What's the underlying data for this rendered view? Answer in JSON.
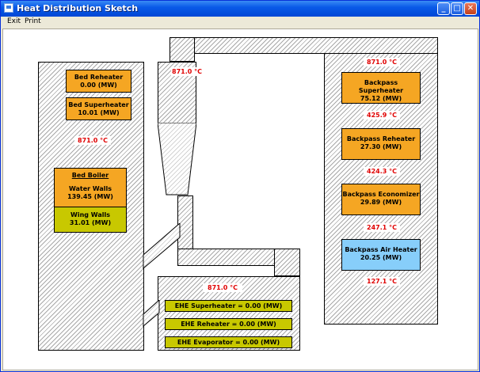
{
  "window": {
    "title": "Heat Distribution Sketch",
    "min_glyph": "_",
    "max_glyph": "□",
    "close_glyph": "✕"
  },
  "menu": {
    "exit": "Exit",
    "print": "Print"
  },
  "temperatures": {
    "cyclone_inlet": "871.0 °C",
    "bed_mid": "871.0 °C",
    "backpass_top": "871.0 °C",
    "after_superheater": "425.9 °C",
    "after_reheater": "424.3 °C",
    "after_economizer": "247.1 °C",
    "backpass_exit": "127.1 °C",
    "ehe": "871.0 °C"
  },
  "bed": {
    "reheater": {
      "name": "Bed Reheater",
      "value": "0.00 (MW)"
    },
    "superheater": {
      "name": "Bed Superheater",
      "value": "10.01 (MW)"
    },
    "boiler": {
      "heading": "Bed Boiler",
      "water_walls_name": "Water Walls",
      "water_walls_value": "139.45 (MW)",
      "wing_walls_name": "Wing Walls",
      "wing_walls_value": "31.01 (MW)"
    }
  },
  "backpass": {
    "superheater": {
      "name": "Backpass Superheater",
      "value": "75.12 (MW)"
    },
    "reheater": {
      "name": "Backpass Reheater",
      "value": "27.30 (MW)"
    },
    "economizer": {
      "name": "Backpass Economizer",
      "value": "29.89 (MW)"
    },
    "air_heater": {
      "name": "Backpass Air Heater",
      "value": "20.25 (MW)"
    }
  },
  "ehe": {
    "superheater": "EHE Superheater = 0.00 (MW)",
    "reheater": "EHE Reheater = 0.00 (MW)",
    "evaporator": "EHE Evaporator = 0.00 (MW)"
  },
  "colors": {
    "component": "#f5a623",
    "air_heater": "#87cefa",
    "wing_walls": "#c8c800",
    "temperature_text": "#e00000"
  }
}
